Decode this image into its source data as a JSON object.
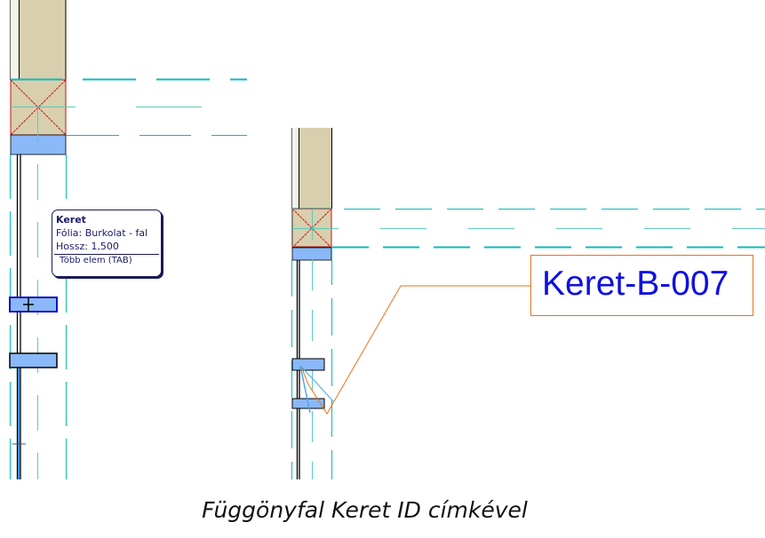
{
  "tooltip": {
    "title": "Keret",
    "line1": "Fólia: Burkolat - fal",
    "line2": "Hossz: 1,500",
    "footer": "Több elem (TAB)"
  },
  "id_label": {
    "text": "Keret-B-007",
    "text_color": "#1010e0",
    "border_color": "#e8731a"
  },
  "caption": "Függönyfal Keret ID címkével",
  "colors": {
    "wall_fill": "#d8cfae",
    "frame_fill": "#8ab8f8",
    "guide_lines": "#10b8b8",
    "cross_lines": "#cc1010",
    "leader_line": "#e8731a"
  },
  "icons": {
    "cursor": "crosshair-cursor-icon"
  }
}
